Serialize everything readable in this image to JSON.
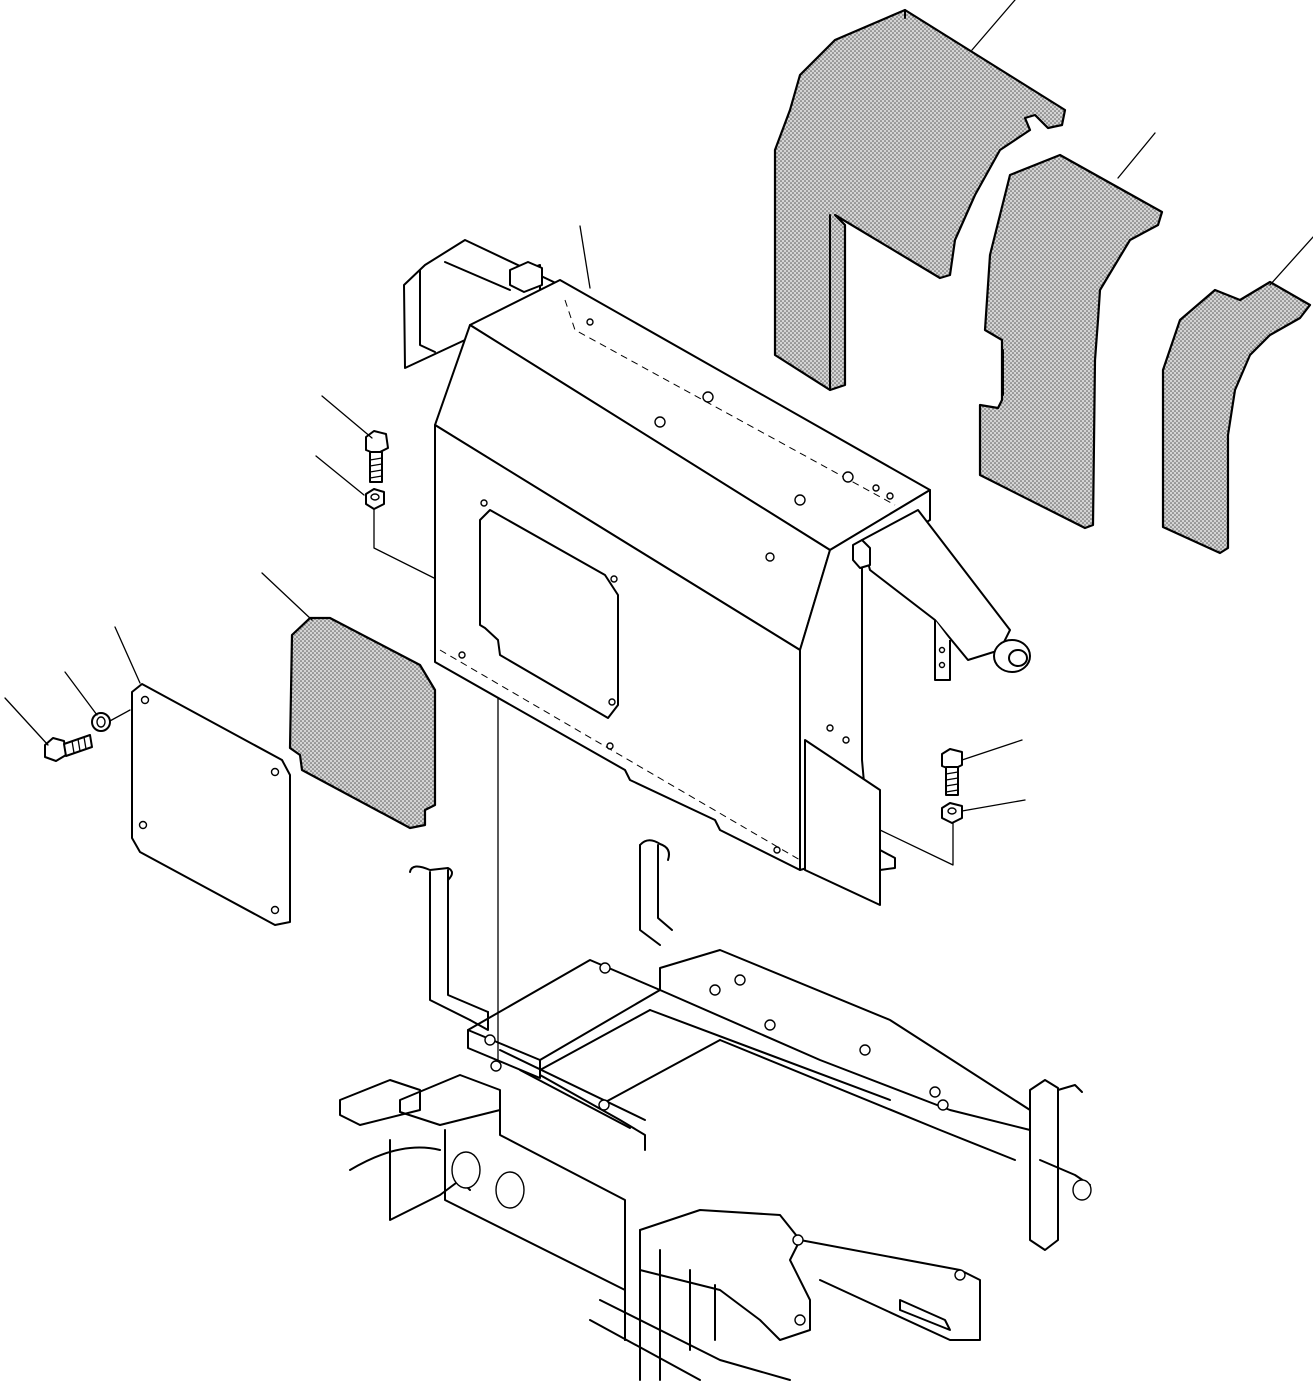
{
  "figure": {
    "kind": "exploded parts diagram",
    "colors": {
      "line": "#000000",
      "background": "#ffffff",
      "insulation_fill": "#c8c8c8"
    },
    "components": [
      "front-cover-main",
      "sound-insulation-pad-large",
      "sound-insulation-pad-middle",
      "sound-insulation-pad-small",
      "sound-insulation-pad-left",
      "access-cover-plate",
      "bolt-top",
      "washer-top",
      "bolt-left",
      "washer-left",
      "bolt-right",
      "washer-right",
      "base-frame"
    ]
  }
}
